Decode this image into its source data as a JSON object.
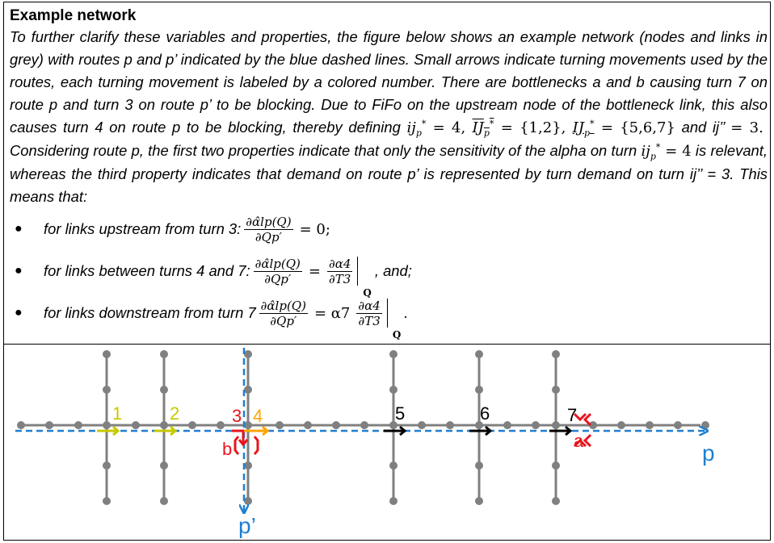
{
  "title": "Example network",
  "paragraph": {
    "intro": "To further clarify these variables and properties, the figure below shows an example network (nodes and links in grey) with routes p and p’ indicated by the blue dashed lines. Small arrows indicate turning movements used by the routes, each turning movement is labeled by a colored number. There are bottlenecks a and b causing turn 7 on route p and turn 3 on route p’ to be blocking. Due to FiFo on the upstream node of the bottleneck link, this also causes turn 4 on route p to be blocking, thereby defining",
    "def_ij": "ij",
    "def_ij_eq": " = 4, ",
    "def_IJbar": "IJ",
    "def_IJbar_eq": " = {1,2}, ",
    "def_IJ": "IJ",
    "def_IJ_eq": " = {5,6,7}",
    "def_and": " and ij’’ ",
    "def_and_eq": "= 3.",
    "considering": "Considering route p, the first two properties indicate that only the sensitivity of the alpha on turn ",
    "turn_ij": "ij",
    "turn_ij_eq": " = 4",
    "rest": " is relevant, whereas the third property indicates that demand on route p’ is represented by turn demand on turn ij’’ = 3. This means that:",
    "sub_p": "p",
    "sup_star": "*"
  },
  "bullets": [
    {
      "text": "for links upstream from turn 3:",
      "num": "∂α̂lp(Q)",
      "den": "∂Qp′",
      "rhs": "= 0;"
    },
    {
      "text": "for links  between turns 4 and 7:",
      "num": "∂α̂lp(Q)",
      "den": "∂Qp′",
      "eq": "=",
      "num2": "∂α4",
      "den2": "∂T3",
      "eval": "Q",
      "tail": ", and;"
    },
    {
      "text": "for links downstream from turn 7",
      "num": "∂α̂lp(Q)",
      "den": "∂Qp′",
      "eq": "= α7",
      "num2": "∂α4",
      "den2": "∂T3",
      "eval": "Q",
      "tail": "."
    }
  ],
  "diagram": {
    "route_p_label": "p",
    "route_p2_label": "p’",
    "turn_labels": [
      "1",
      "2",
      "3",
      "4",
      "5",
      "6",
      "7"
    ],
    "bottleneck_a": "a",
    "bottleneck_b": "b",
    "colors": {
      "node_link": "#808080",
      "route": "#1f7fd0",
      "turn_yellow": "#c8c800",
      "turn_red": "#e8141e",
      "turn_orange": "#ffa500",
      "turn_black": "#000000",
      "bottleneck": "#e8141e"
    }
  }
}
